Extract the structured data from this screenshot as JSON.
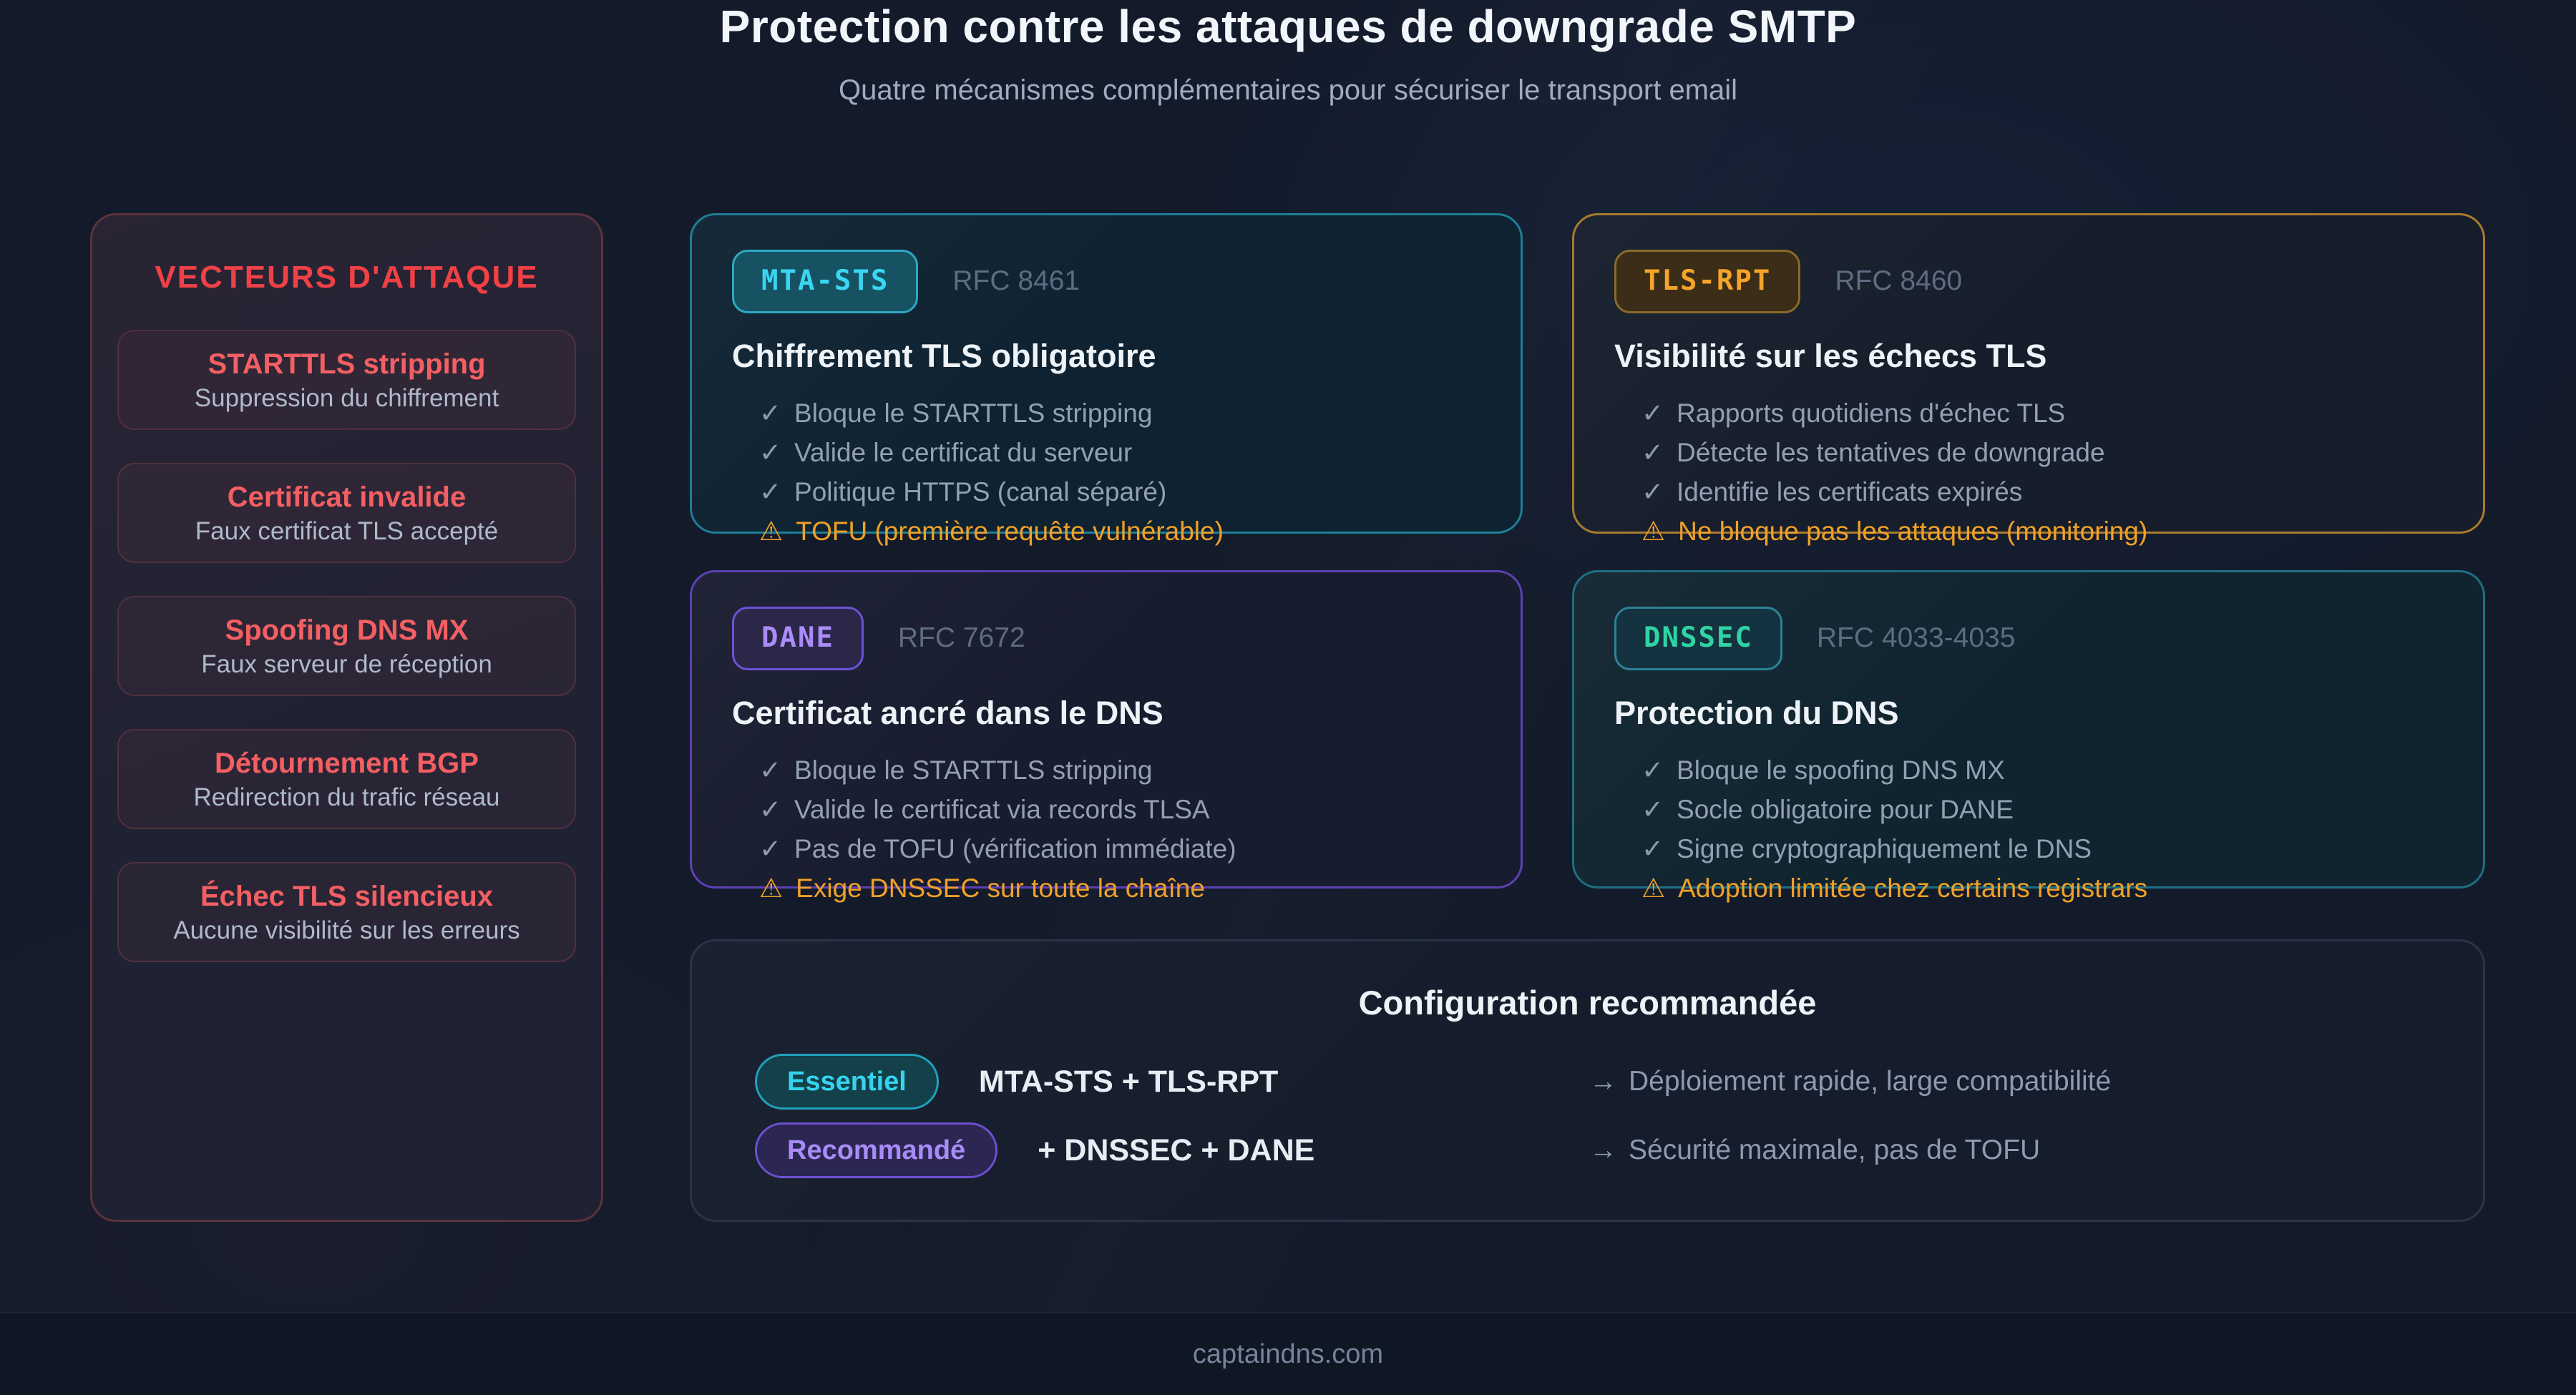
{
  "colors": {
    "background": "#131b2b",
    "accent_red": "#ef4146",
    "accent_cyan": "#35d3ee",
    "accent_gold": "#f3a429",
    "accent_purple": "#a98bf7",
    "accent_green": "#31d3a5",
    "warning": "#f0a128"
  },
  "header": {
    "title": "Protection contre les attaques de downgrade SMTP",
    "subtitle": "Quatre mécanismes complémentaires pour sécuriser le transport email"
  },
  "attack_vectors": {
    "heading": "VECTEURS D'ATTAQUE",
    "items": [
      {
        "title": "STARTTLS stripping",
        "subtitle": "Suppression du chiffrement"
      },
      {
        "title": "Certificat invalide",
        "subtitle": "Faux certificat TLS accepté"
      },
      {
        "title": "Spoofing DNS MX",
        "subtitle": "Faux serveur de réception"
      },
      {
        "title": "Détournement BGP",
        "subtitle": "Redirection du trafic réseau"
      },
      {
        "title": "Échec TLS silencieux",
        "subtitle": "Aucune visibilité sur les erreurs"
      }
    ]
  },
  "mechanisms": [
    {
      "badge": "MTA-STS",
      "rfc": "RFC 8461",
      "title": "Chiffrement TLS obligatoire",
      "checks": [
        "Bloque le STARTTLS stripping",
        "Valide le certificat du serveur",
        "Politique HTTPS (canal séparé)"
      ],
      "warning": "TOFU (première requête vulnérable)"
    },
    {
      "badge": "TLS-RPT",
      "rfc": "RFC 8460",
      "title": "Visibilité sur les échecs TLS",
      "checks": [
        "Rapports quotidiens d'échec TLS",
        "Détecte les tentatives de downgrade",
        "Identifie les certificats expirés"
      ],
      "warning": "Ne bloque pas les attaques (monitoring)"
    },
    {
      "badge": "DANE",
      "rfc": "RFC 7672",
      "title": "Certificat ancré dans le DNS",
      "checks": [
        "Bloque le STARTTLS stripping",
        "Valide le certificat via records TLSA",
        "Pas de TOFU (vérification immédiate)"
      ],
      "warning": "Exige DNSSEC sur toute la chaîne"
    },
    {
      "badge": "DNSSEC",
      "rfc": "RFC 4033-4035",
      "title": "Protection du DNS",
      "checks": [
        "Bloque le spoofing DNS MX",
        "Socle obligatoire pour DANE",
        "Signe cryptographiquement le DNS"
      ],
      "warning": "Adoption limitée chez certains registrars"
    }
  ],
  "recommendation": {
    "title": "Configuration recommandée",
    "rows": [
      {
        "badge": "Essentiel",
        "combo": "MTA-STS + TLS-RPT",
        "note": "Déploiement rapide, large compatibilité"
      },
      {
        "badge": "Recommandé",
        "combo": "+ DNSSEC + DANE",
        "note": "Sécurité maximale, pas de TOFU"
      }
    ]
  },
  "footer": {
    "text": "captaindns.com"
  },
  "icons": {
    "check": "✓",
    "warning": "⚠",
    "arrow": "→"
  }
}
